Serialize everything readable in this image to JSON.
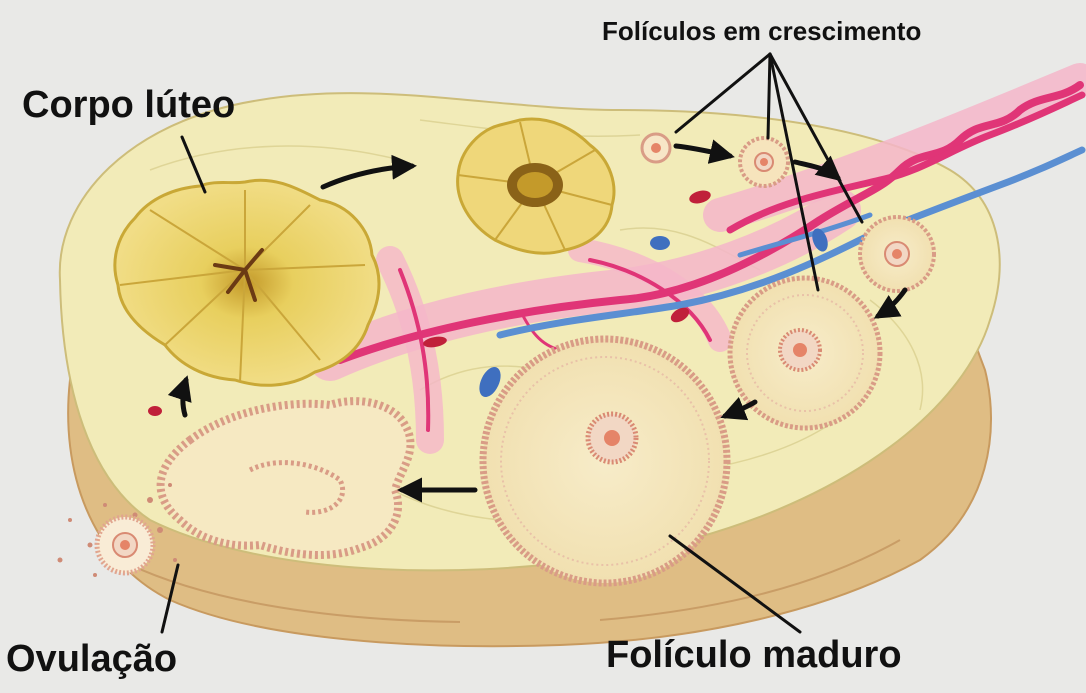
{
  "labels": {
    "corpo_luteo": "Corpo lúteo",
    "foliculos_crescimento": "Folículos em crescimento",
    "ovulacao": "Ovulação",
    "foliculo_maduro": "Folículo maduro"
  },
  "colors": {
    "background": "#e9e9e7",
    "ovary_surface": "#f2ebb8",
    "ovary_base": "#e0bf86",
    "corpus_luteum": "#ecd670",
    "follicle": "#f5e6bd",
    "follicle_border": "#dca88e",
    "artery": "#e03577",
    "vein": "#5b8fd2",
    "vessel_sheath": "#f5b6c9"
  }
}
